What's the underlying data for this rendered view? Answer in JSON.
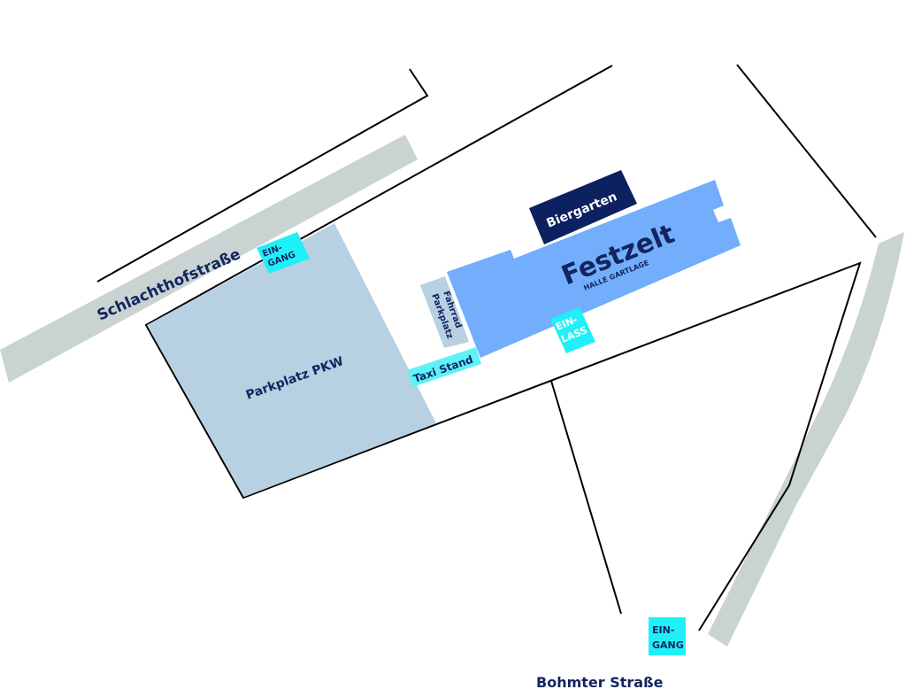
{
  "colors": {
    "road": "#c8d3d2",
    "parking": "#b7d0e2",
    "tent": "#72aefb",
    "biergarten": "#0d2060",
    "entrance": "#1ff0f8",
    "text_dark": "#13245f",
    "line": "#000000"
  },
  "labels": {
    "street_top": "Schlachthofstraße",
    "street_bottom": "Bohmter Straße",
    "parking": "Parkplatz PKW",
    "biergarten": "Biergarten",
    "festzelt": "Festzelt",
    "festzelt_sub": "HALLE GARTLAGE",
    "fahrrad_1": "Fahrrad",
    "fahrrad_2": "Parkplatz",
    "taxi": "Taxi Stand",
    "einlass_1": "EIN-",
    "einlass_2": "LASS",
    "eingang_top_1": "EIN-",
    "eingang_top_2": "GANG",
    "eingang_bottom_1": "EIN-",
    "eingang_bottom_2": "GANG"
  }
}
